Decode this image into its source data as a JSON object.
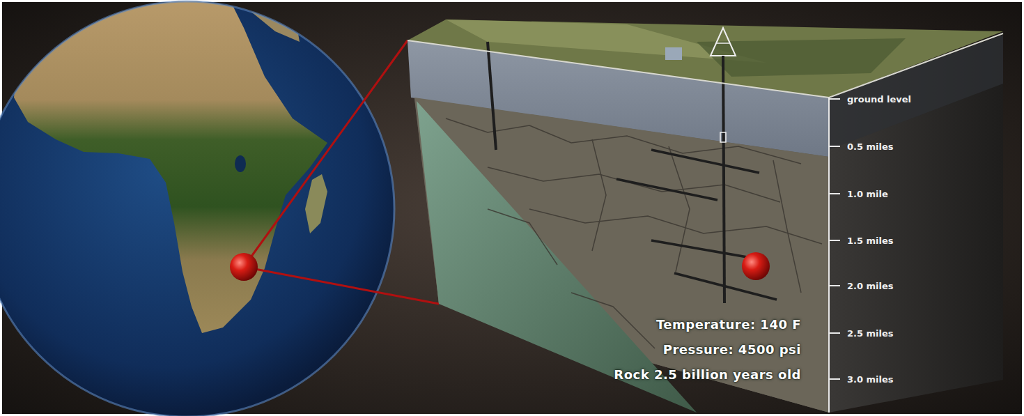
{
  "diagram": {
    "labels": [
      "ground level",
      "0.5 miles",
      "1.0 mile",
      "1.5 miles",
      "2.0 miles",
      "2.5 miles",
      "3.0 miles",
      "Temperature: 140 F",
      "Pressure: 4500 psi",
      "Rock 2.5 billion years old"
    ]
  }
}
